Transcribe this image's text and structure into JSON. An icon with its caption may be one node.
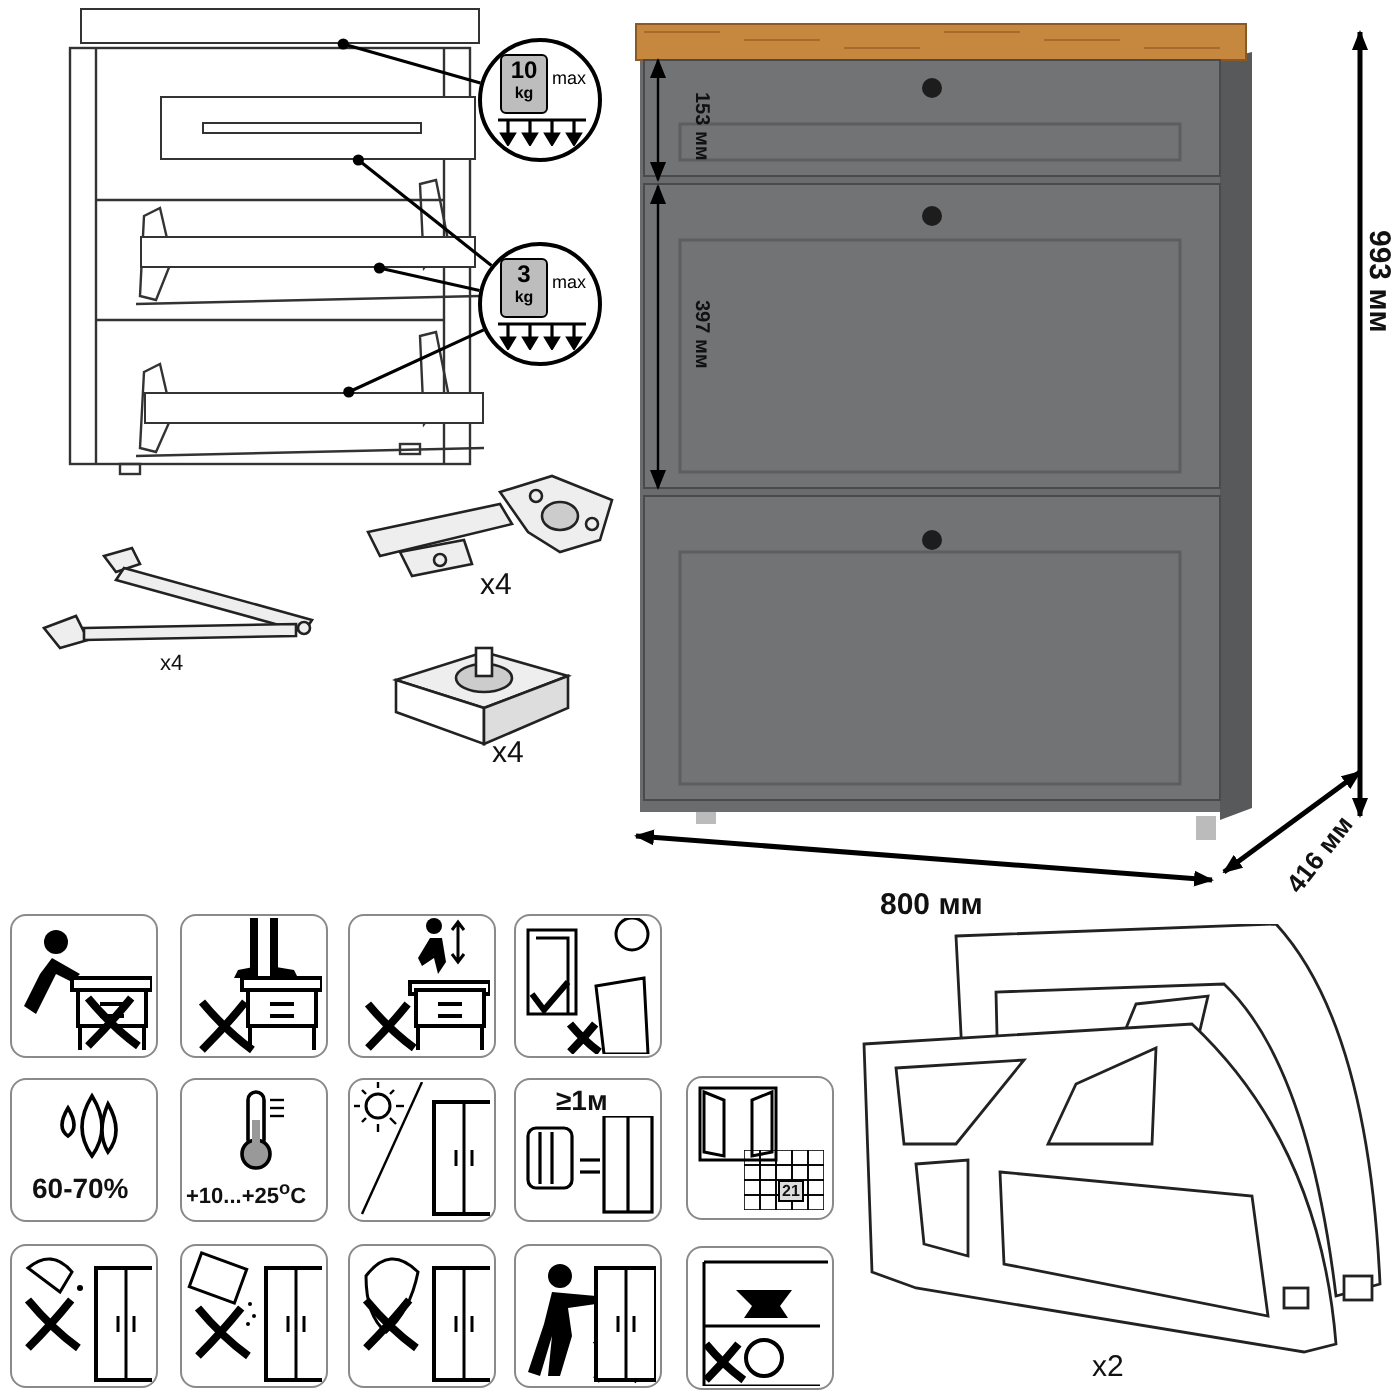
{
  "diagram": {
    "nodes": [
      {
        "text": [
          "10",
          "kg",
          "max"
        ]
      },
      {
        "text": [
          "3",
          "kg",
          "max"
        ]
      },
      {
        "text": [],
        "shape": "box"
      },
      {
        "text": [],
        "shape": "box"
      },
      {
        "text": [],
        "shape": "box"
      },
      {
        "text": [],
        "shape": "box"
      }
    ],
    "edges": [
      {
        "from": 0,
        "to": 2,
        "arrow": "other"
      },
      {
        "from": 1,
        "to": 3,
        "arrow": "other"
      },
      {
        "from": 1,
        "to": 4,
        "arrow": "other"
      },
      {
        "from": 1,
        "to": 5,
        "arrow": "other"
      }
    ],
    "labels": [
      "153 мм",
      "397 мм",
      "993 мм",
      "x4",
      "x4",
      "x4",
      "416 мм",
      "800 мм",
      "60-70%",
      "+10...+25$^{o}$C",
      "≥1м",
      "21",
      "x2"
    ]
  }
}
